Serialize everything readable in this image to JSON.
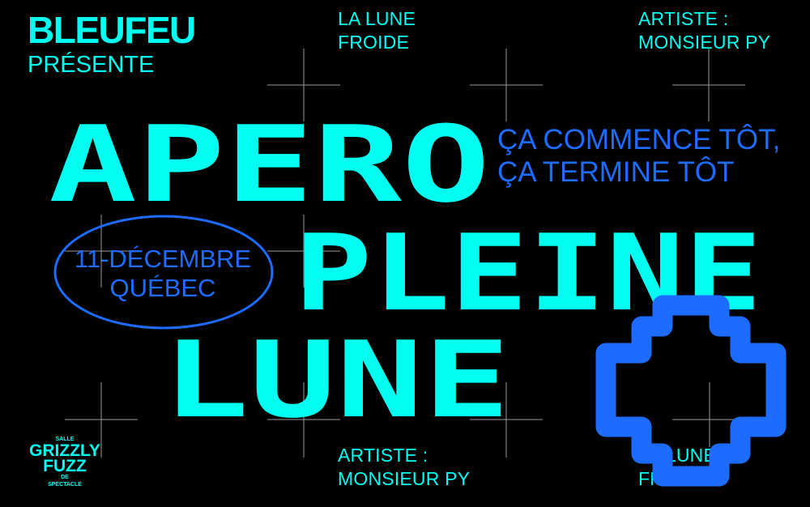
{
  "colors": {
    "background": "#000000",
    "cyan": "#00fff0",
    "blue": "#1e6bff",
    "crosshair": "#9a9a9a"
  },
  "header": {
    "brand": "BLEUFEU",
    "presents": "PRÉSENTE"
  },
  "info_blocks": [
    {
      "line1": "LA LUNE",
      "line2": "FROIDE"
    },
    {
      "line1": "ARTISTE :",
      "line2": "MONSIEUR PY"
    },
    {
      "line1": "ARTISTE :",
      "line2": "MONSIEUR PY"
    },
    {
      "line1": "LA LUNE",
      "line2": "FROIDE"
    }
  ],
  "title": {
    "line1": "APERO",
    "line2": "PLEINE",
    "line3": "LUNE"
  },
  "tagline": {
    "line1": "ÇA COMMENCE TÔT,",
    "line2": "ÇA TERMINE TÔT"
  },
  "event": {
    "date": "11-DÉCEMBRE",
    "city": "QUÉBEC"
  },
  "venue_logo": {
    "top": "SALLE",
    "name1": "GRIZZLY",
    "name2": "FUZZ",
    "bottom1": "DE",
    "bottom2": "SPECTACLE"
  }
}
